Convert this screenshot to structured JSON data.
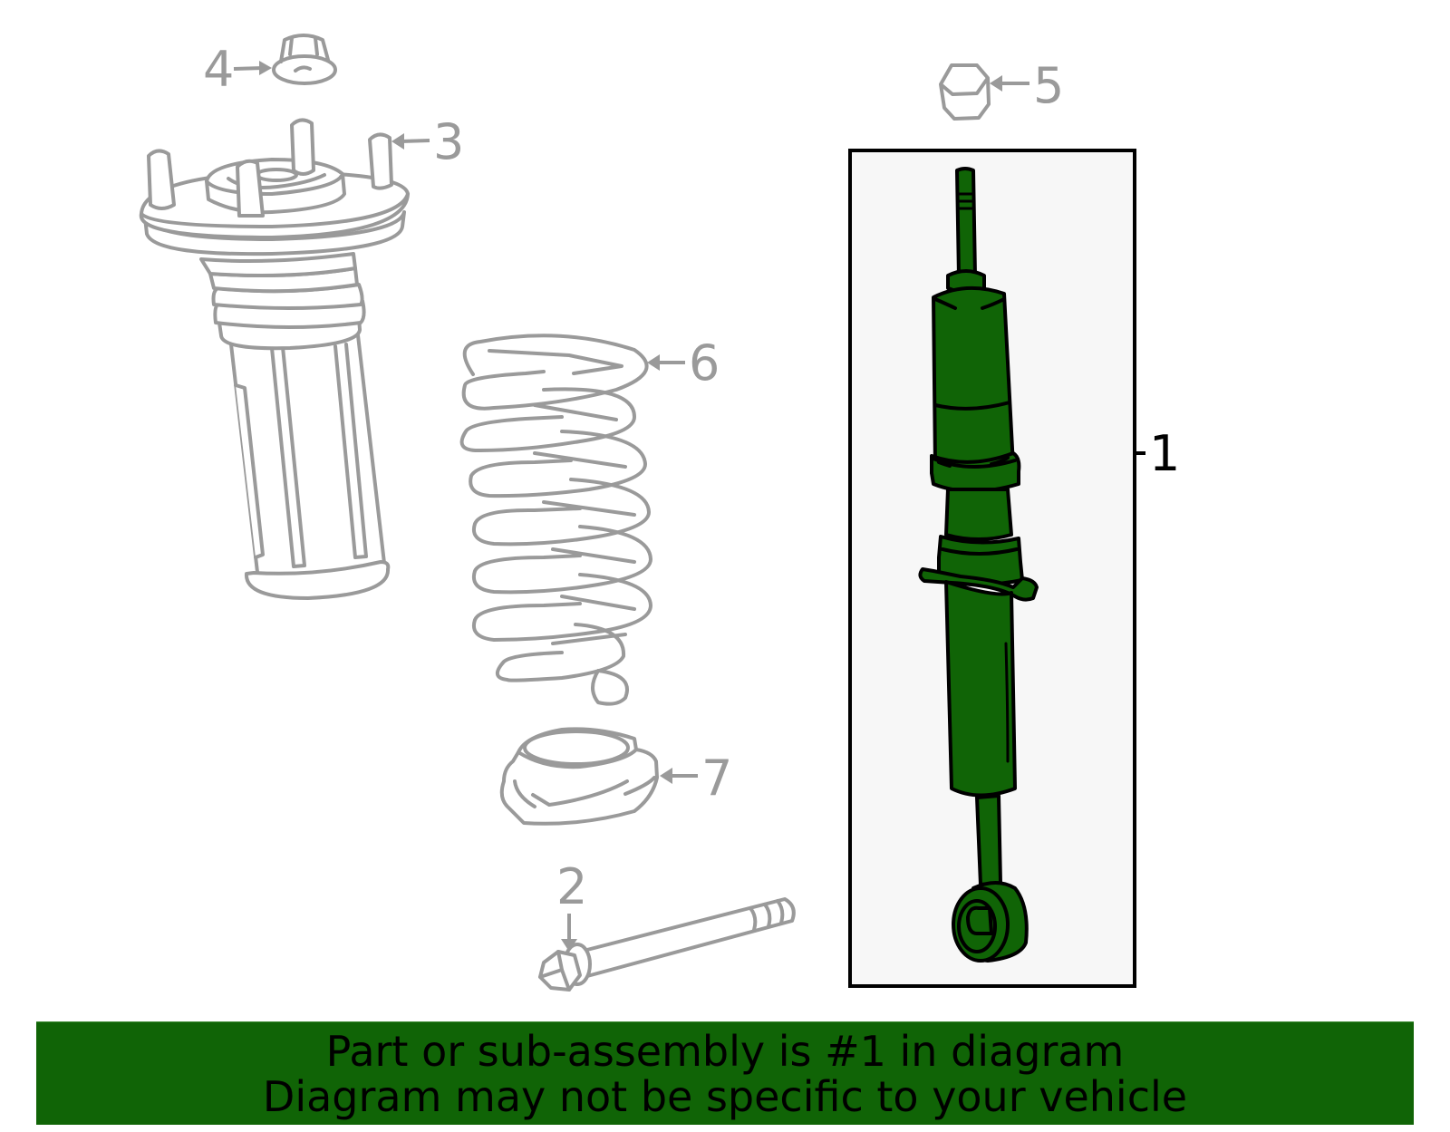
{
  "diagram": {
    "title": "Front shock absorber / strut assembly parts diagram",
    "highlight_color": "#106406",
    "line_color_parts": "#9a9a9a",
    "highlight_box_fill": "#f7f7f7",
    "callouts": [
      {
        "number": "1",
        "part": "shock-absorber-assembly",
        "highlighted": true
      },
      {
        "number": "2",
        "part": "bolt",
        "highlighted": false
      },
      {
        "number": "3",
        "part": "upper-mount-stud",
        "highlighted": false
      },
      {
        "number": "4",
        "part": "upper-mount-nut",
        "highlighted": false
      },
      {
        "number": "5",
        "part": "hex-nut",
        "highlighted": false
      },
      {
        "number": "6",
        "part": "coil-spring",
        "highlighted": false
      },
      {
        "number": "7",
        "part": "spring-insulator",
        "highlighted": false
      }
    ]
  },
  "banner": {
    "line1": "Part or sub-assembly is #1 in diagram",
    "line2": "Diagram may not be specific to your vehicle",
    "background": "#106406"
  }
}
